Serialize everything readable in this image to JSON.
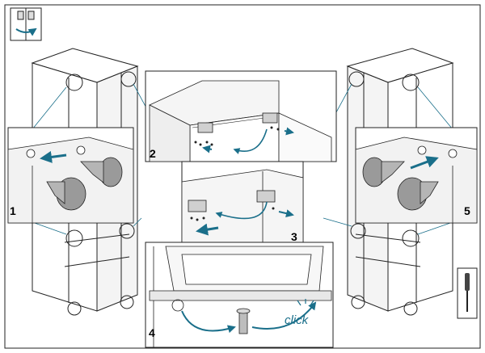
{
  "steps": {
    "one": "1",
    "two": "2",
    "three": "3",
    "four": "4",
    "five": "5"
  },
  "annotations": {
    "click": "click"
  },
  "colors": {
    "line": "#222222",
    "accent": "#1a6f8a",
    "arrow": "#2d6f8c",
    "knob": "#9a9a9a",
    "panel_fill": "#ffffff"
  },
  "icons": {
    "door_reverse": "door-reverse-icon",
    "screwdriver": "screwdriver-icon"
  }
}
